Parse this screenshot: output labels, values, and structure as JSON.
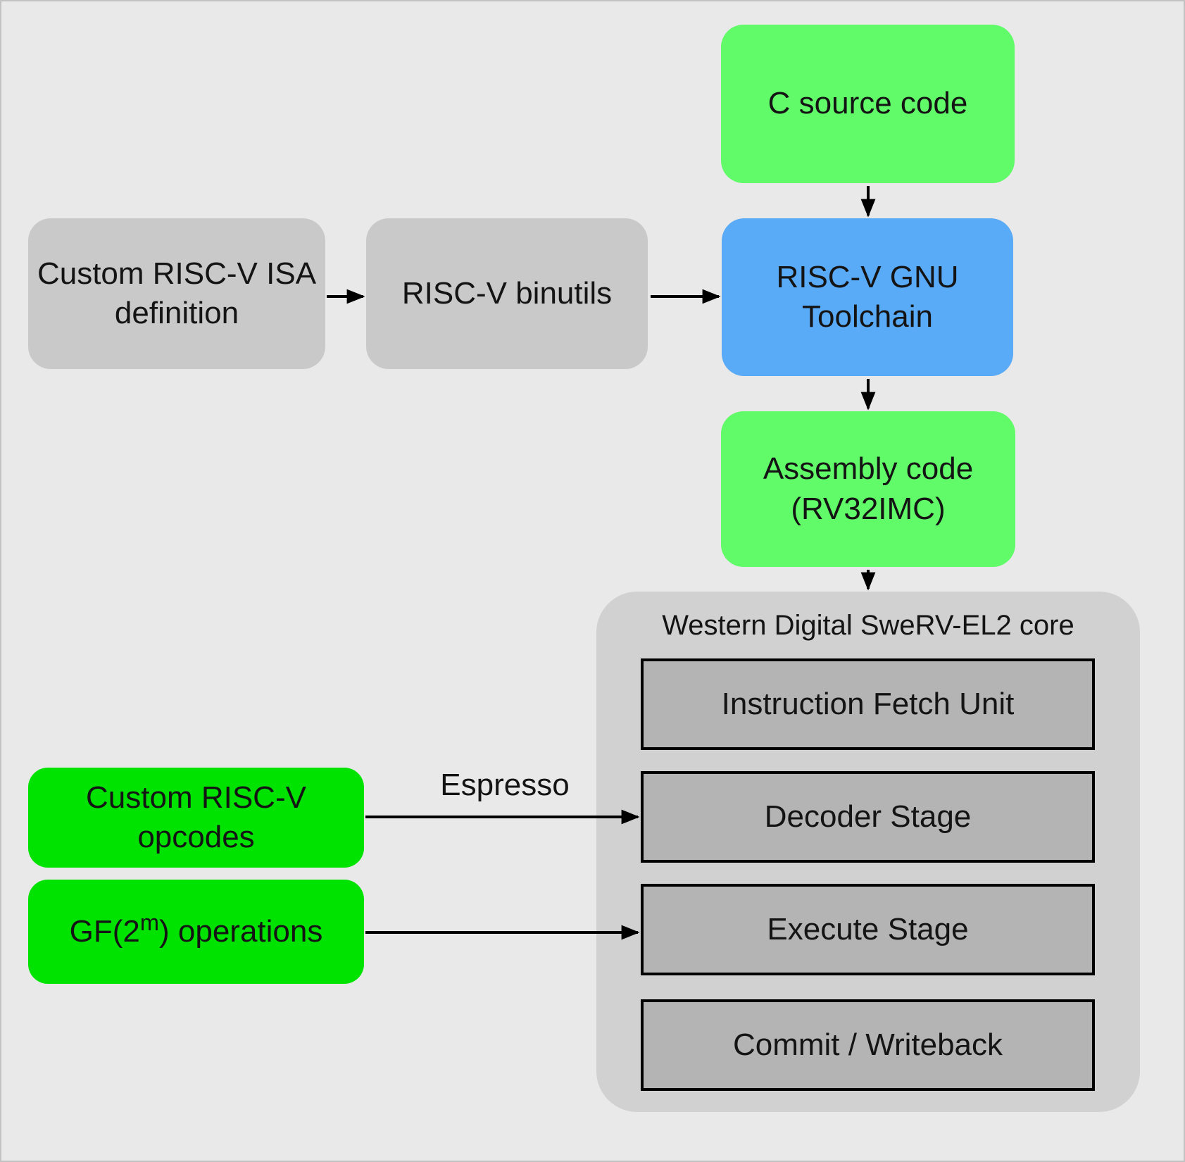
{
  "colors": {
    "background": "#e9e9e9",
    "soft_green": "#61fa69",
    "vivid_green": "#00e200",
    "blue": "#59aaf7",
    "gray": "#c9c9c9",
    "core_fill": "#d1d1d1",
    "stage_fill": "#b4b4b4",
    "arrow": "#000000",
    "text": "#141414"
  },
  "nodes": {
    "c_source": {
      "label": "C source code"
    },
    "isa_def": {
      "label": "Custom RISC-V ISA\ndefinition"
    },
    "binutils": {
      "label": "RISC-V binutils"
    },
    "toolchain": {
      "label": "RISC-V GNU\nToolchain"
    },
    "assembly": {
      "label": "Assembly code\n(RV32IMC)"
    },
    "opcodes": {
      "label": "Custom RISC-V opcodes"
    },
    "gf_ops": {
      "prefix": "GF(2",
      "sup": "m",
      "suffix": ") operations"
    }
  },
  "core": {
    "title": "Western Digital SweRV-EL2 core",
    "stages": [
      "Instruction Fetch Unit",
      "Decoder Stage",
      "Execute Stage",
      "Commit / Writeback"
    ]
  },
  "labels": {
    "espresso": "Espresso"
  }
}
